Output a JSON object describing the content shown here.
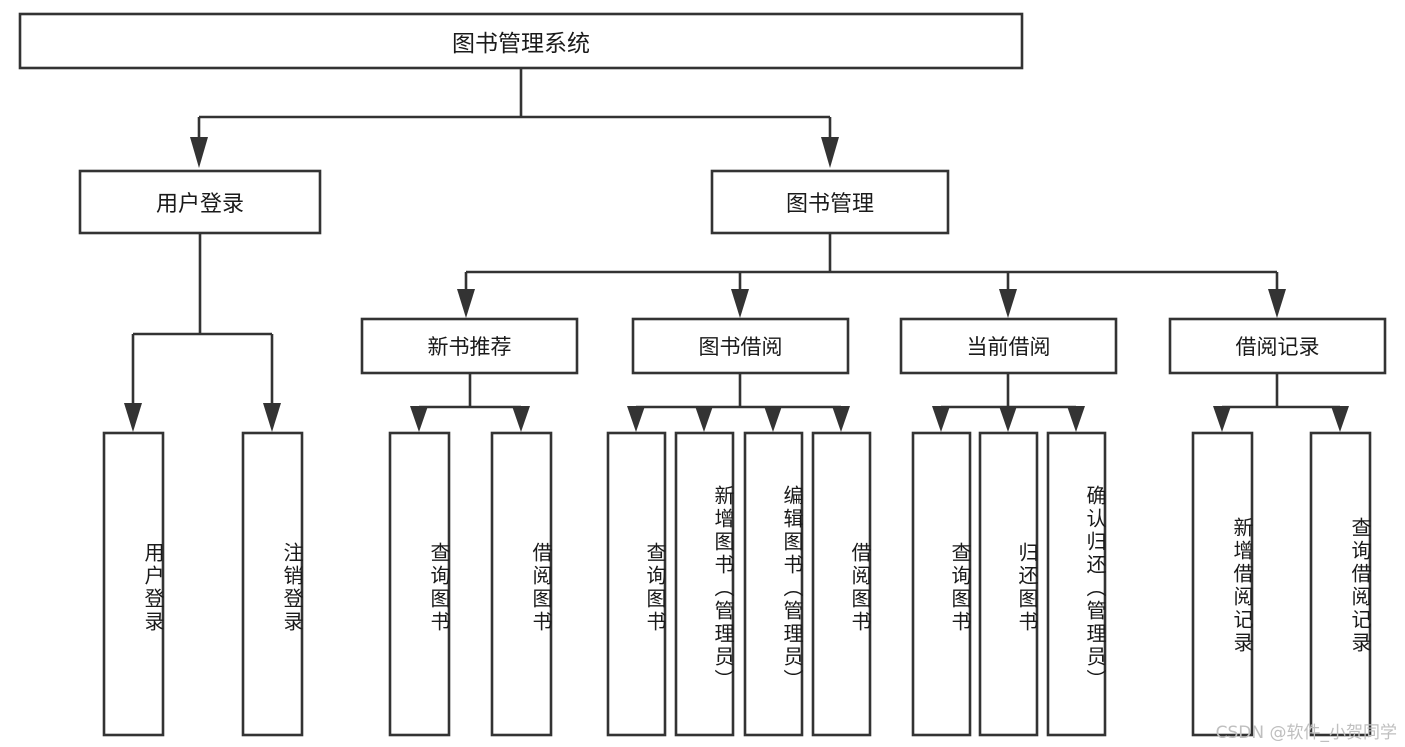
{
  "diagram": {
    "type": "tree-hierarchy",
    "title": "图书管理系统",
    "root": {
      "id": "root",
      "label": "图书管理系统",
      "orientation": "horizontal"
    },
    "level2": [
      {
        "id": "user-login",
        "label": "用户登录",
        "orientation": "horizontal"
      },
      {
        "id": "book-management",
        "label": "图书管理",
        "orientation": "horizontal"
      }
    ],
    "level3": [
      {
        "id": "new-book-recommend",
        "label": "新书推荐",
        "orientation": "horizontal",
        "parent": "book-management"
      },
      {
        "id": "book-borrow",
        "label": "图书借阅",
        "orientation": "horizontal",
        "parent": "book-management"
      },
      {
        "id": "current-borrow",
        "label": "当前借阅",
        "orientation": "horizontal",
        "parent": "book-management"
      },
      {
        "id": "borrow-record",
        "label": "借阅记录",
        "orientation": "horizontal",
        "parent": "book-management"
      }
    ],
    "leaves": [
      {
        "id": "leaf-user-login",
        "label": "用户登录",
        "orientation": "vertical",
        "parent": "user-login"
      },
      {
        "id": "leaf-user-logout",
        "label": "注销登录",
        "orientation": "vertical",
        "parent": "user-login"
      },
      {
        "id": "leaf-query-book-1",
        "label": "查询图书",
        "orientation": "vertical",
        "parent": "new-book-recommend"
      },
      {
        "id": "leaf-borrow-book-1",
        "label": "借阅图书",
        "orientation": "vertical",
        "parent": "new-book-recommend"
      },
      {
        "id": "leaf-query-book-2",
        "label": "查询图书",
        "orientation": "vertical",
        "parent": "book-borrow"
      },
      {
        "id": "leaf-add-book",
        "label": "新增图书（管理员）",
        "orientation": "vertical",
        "parent": "book-borrow"
      },
      {
        "id": "leaf-edit-book",
        "label": "编辑图书（管理员）",
        "orientation": "vertical",
        "parent": "book-borrow"
      },
      {
        "id": "leaf-borrow-book-2",
        "label": "借阅图书",
        "orientation": "vertical",
        "parent": "book-borrow"
      },
      {
        "id": "leaf-query-book-3",
        "label": "查询图书",
        "orientation": "vertical",
        "parent": "current-borrow"
      },
      {
        "id": "leaf-return-book",
        "label": "归还图书",
        "orientation": "vertical",
        "parent": "current-borrow"
      },
      {
        "id": "leaf-confirm-return",
        "label": "确认归还（管理员）",
        "orientation": "vertical",
        "parent": "current-borrow"
      },
      {
        "id": "leaf-add-record",
        "label": "新增借阅记录",
        "orientation": "vertical",
        "parent": "borrow-record"
      },
      {
        "id": "leaf-query-record",
        "label": "查询借阅记录",
        "orientation": "vertical",
        "parent": "borrow-record"
      }
    ],
    "colors": {
      "box_stroke": "#333333",
      "box_fill": "#ffffff",
      "connector": "#333333",
      "text": "#1a1a1a",
      "watermark": "#bfbfbf",
      "background": "#ffffff"
    }
  },
  "watermark": {
    "text": "CSDN @软件_小贺同学"
  }
}
